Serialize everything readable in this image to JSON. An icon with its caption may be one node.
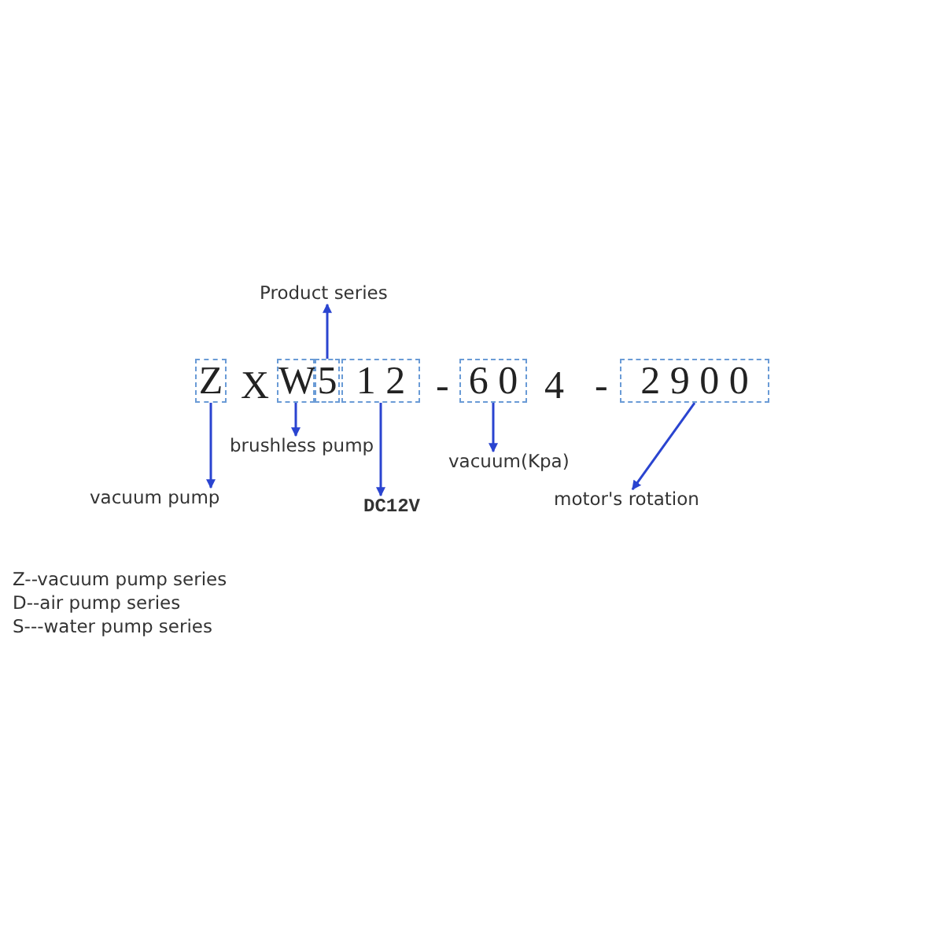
{
  "diagram": {
    "nodes": [
      {
        "text": [
          "Product series"
        ]
      },
      {
        "text": [
          "Z"
        ]
      },
      {
        "text": [
          "W"
        ]
      },
      {
        "text": [
          "5"
        ]
      },
      {
        "text": [
          "1 2"
        ]
      },
      {
        "text": [
          "6 0"
        ]
      },
      {
        "text": [
          "2 9 0 0"
        ]
      },
      {
        "text": [
          "brushless pump"
        ]
      },
      {
        "text": [
          "vacuum(Kpa)"
        ]
      },
      {
        "text": [
          "vacuum pump"
        ]
      },
      {
        "text": [
          "DC12V"
        ]
      },
      {
        "text": [
          "motor's rotation"
        ]
      }
    ],
    "edges": [
      {
        "from": 3,
        "to": 0,
        "arrow": "to"
      },
      {
        "from": 1,
        "to": 9,
        "arrow": "to"
      },
      {
        "from": 2,
        "to": 7,
        "arrow": "to"
      },
      {
        "from": 4,
        "to": 10,
        "arrow": "to"
      },
      {
        "from": 5,
        "to": 8,
        "arrow": "to"
      },
      {
        "from": 6,
        "to": 11,
        "arrow": "to"
      }
    ],
    "labels": [
      "X",
      "-",
      "4",
      "-",
      "Z--vacuum pump series",
      "D--air pump series",
      "S---water pump series"
    ]
  }
}
